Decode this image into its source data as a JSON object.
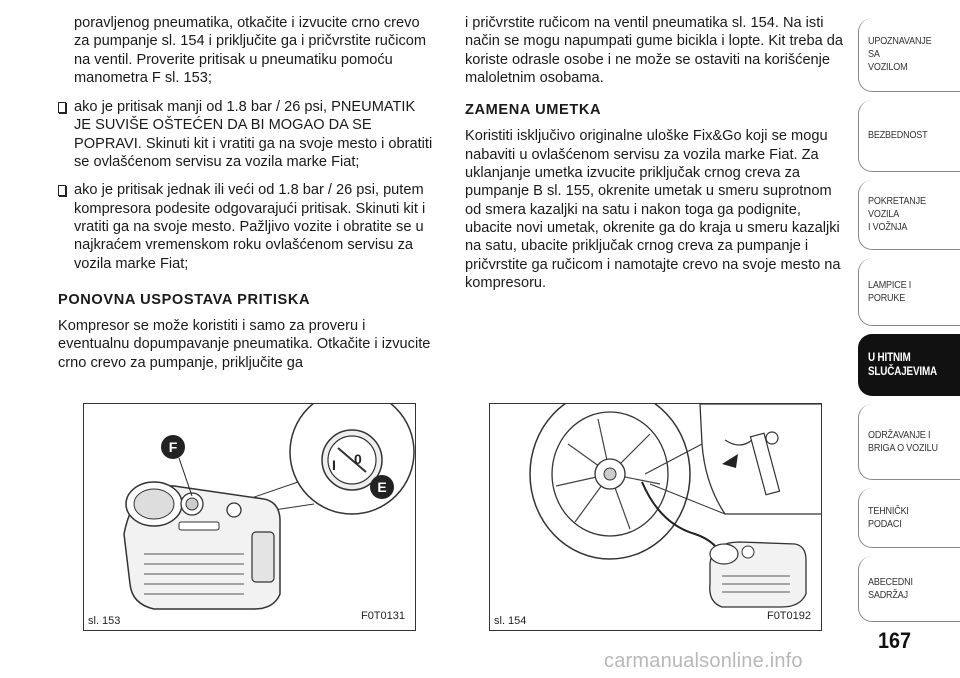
{
  "left_column": {
    "intro": "poravljenog pneumatika, otkačite i izvucite crno crevo za pumpanje sl. 154 i priključite ga i pričvrstite ručicom na ventil. Proverite pritisak u pneumatiku pomoću manometra F sl. 153;",
    "bullets": [
      "ako je pritisak manji od 1.8 bar / 26 psi, PNEUMATIK JE SUVIŠE OŠTEĆEN DA BI MOGAO DA SE POPRAVI. Skinuti kit i vratiti ga na svoje mesto i obratiti se ovlašćenom servisu za vozila marke Fiat;",
      "ako je pritisak jednak ili veći od 1.8 bar / 26 psi, putem kompresora podesite odgovarajući pritisak. Skinuti kit i vratiti ga na svoje mesto. Pažljivo vozite i obratite se u najkraćem vremenskom roku ovlašćenom servisu za vozila marke Fiat;"
    ],
    "heading": "PONOVNA USPOSTAVA PRITISKA",
    "paragraph": "Kompresor se može koristiti i samo za proveru i eventualnu dopumpavanje pneumatika. Otkačite i izvucite crno crevo za pumpanje, priključite ga"
  },
  "right_column": {
    "intro": "i pričvrstite ručicom na ventil pneumatika sl. 154. Na isti način se mogu napumpati gume bicikla i lopte. Kit treba da koriste odrasle osobe i ne može se ostaviti na korišćenje maloletnim osobama.",
    "heading": "ZAMENA UMETKA",
    "paragraph": "Koristiti isključivo originalne uloške Fix&Go koji se mogu nabaviti u ovlašćenom servisu za vozila marke Fiat. Za uklanjanje umetka izvucite priključak crnog creva za pumpanje B sl. 155, okrenite umetak u smeru suprotnom od smera kazaljki na satu i nakon toga ga podignite, ubacite novi umetak, okrenite ga do kraja u smeru kazaljki na satu, ubacite priključak crnog creva za pumpanje i pričvrstite ga ručicom i namotajte crevo na svoje mesto na kompresoru."
  },
  "figures": [
    {
      "label": "sl. 153",
      "code": "F0T0131",
      "callout_f": "F",
      "callout_e": "E",
      "switch_on": "I",
      "switch_off": "0"
    },
    {
      "label": "sl. 154",
      "code": "F0T0192"
    }
  ],
  "sidebar": {
    "tabs": [
      {
        "label": "UPOZNAVANJE SA\nVOZILOM",
        "active": false
      },
      {
        "label": "BEZBEDNOST",
        "active": false
      },
      {
        "label": "POKRETANJE VOZILA\nI VOŽNJA",
        "active": false
      },
      {
        "label": "LAMPICE I PORUKE",
        "active": false
      },
      {
        "label": "U HITNIM\nSLUČAJEVIMA",
        "active": true
      },
      {
        "label": "ODRŽAVANJE I\nBRIGA O VOZILU",
        "active": false
      },
      {
        "label": "TEHNIČKI PODACI",
        "active": false
      },
      {
        "label": "ABECEDNI SADRŽAJ",
        "active": false
      }
    ]
  },
  "page_number": "167",
  "watermark": "carmanualsonline.info"
}
